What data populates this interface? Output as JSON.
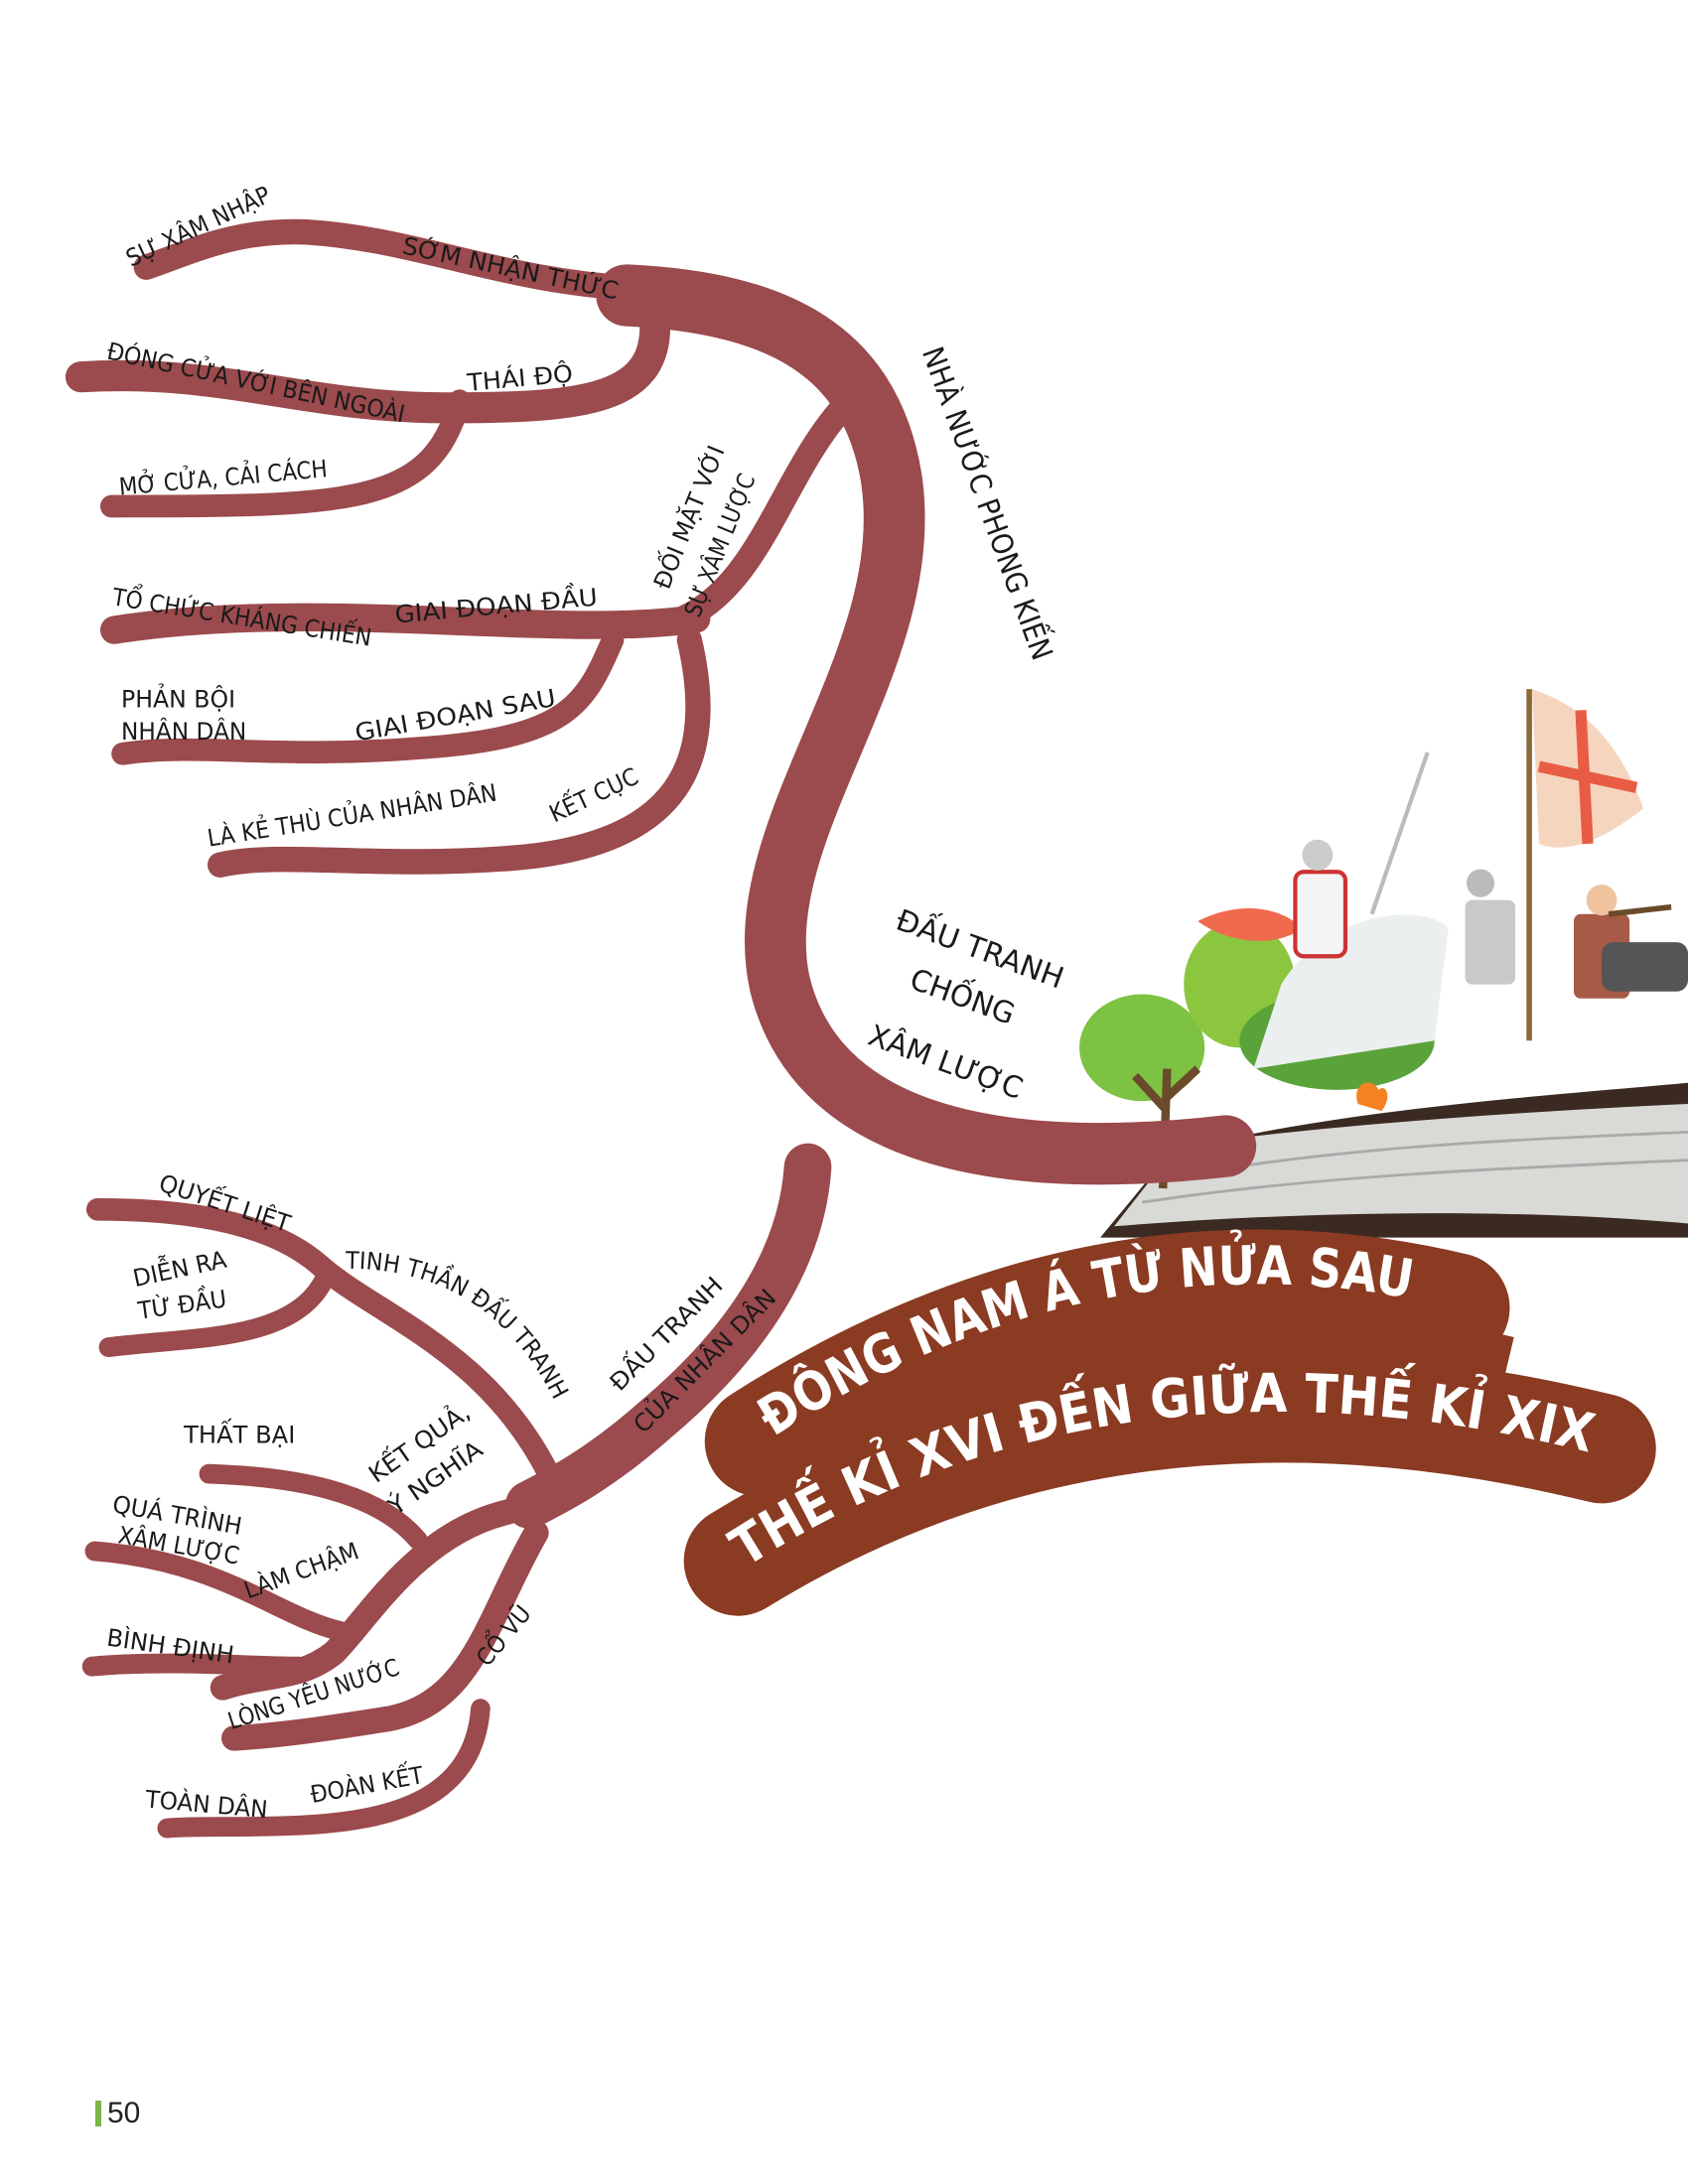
{
  "title": {
    "line1": "ĐÔNG NAM Á TỪ NỬA SAU",
    "line2": "THẾ KỈ XVI ĐẾN GIỮA THẾ KỈ XIX"
  },
  "feudal_state": {
    "label": "NHÀ NƯỚC PHONG KIẾN",
    "awareness": {
      "label": "SỚM NHẬN THỨC",
      "leaf": "SỰ XÂM NHẬP"
    },
    "attitude": {
      "label": "THÁI ĐỘ",
      "leaves": [
        "ĐÓNG CỬA VỚI BÊN NGOÀI",
        "MỞ CỬA, CẢI CÁCH"
      ]
    },
    "facing": {
      "label_line1": "ĐỐI MẶT VỚI",
      "label_line2": "SỰ XÂM LƯỢC",
      "early": {
        "label": "GIAI ĐOẠN ĐẦU",
        "leaf": "TỔ CHỨC KHÁNG CHIẾN"
      },
      "later": {
        "label": "GIAI ĐOẠN SAU",
        "leaf_line1": "PHẢN BỘI",
        "leaf_line2": "NHÂN DÂN"
      },
      "outcome": {
        "label": "KẾT CỤC",
        "leaf": "LÀ KẺ THÙ CỦA NHÂN DÂN"
      }
    }
  },
  "resistance": {
    "line1": "ĐẤU TRANH",
    "line2": "CHỐNG",
    "line3": "XÂM LƯỢC"
  },
  "people_struggle": {
    "label_line1": "ĐẤU TRANH",
    "label_line2": "CỦA NHÂN DÂN",
    "spirit": {
      "label": "TINH THẦN ĐẤU TRANH",
      "leaf1": "QUYẾT LIỆT",
      "leaf2_line1": "DIỄN RA",
      "leaf2_line2": "TỪ ĐẦU"
    },
    "result": {
      "label_line1": "KẾT QUẢ,",
      "label_line2": "Ý NGHĨA",
      "leaf1": "THẤT BẠI",
      "slow": {
        "label": "LÀM CHẬM",
        "leaf_line1": "QUÁ TRÌNH",
        "leaf_line2": "XÂM LƯỢC",
        "leaf2": "BÌNH ĐỊNH"
      },
      "encourage": {
        "label": "CỔ VŨ",
        "leaf": "LÒNG YÊU NƯỚC"
      },
      "unity": {
        "label": "ĐOÀN KẾT",
        "leaf": "TOÀN DÂN"
      }
    }
  },
  "page_number": "50",
  "colors": {
    "branch": "#9b4a4d",
    "banner": "#8a3b22",
    "accent": "#7ab648"
  }
}
